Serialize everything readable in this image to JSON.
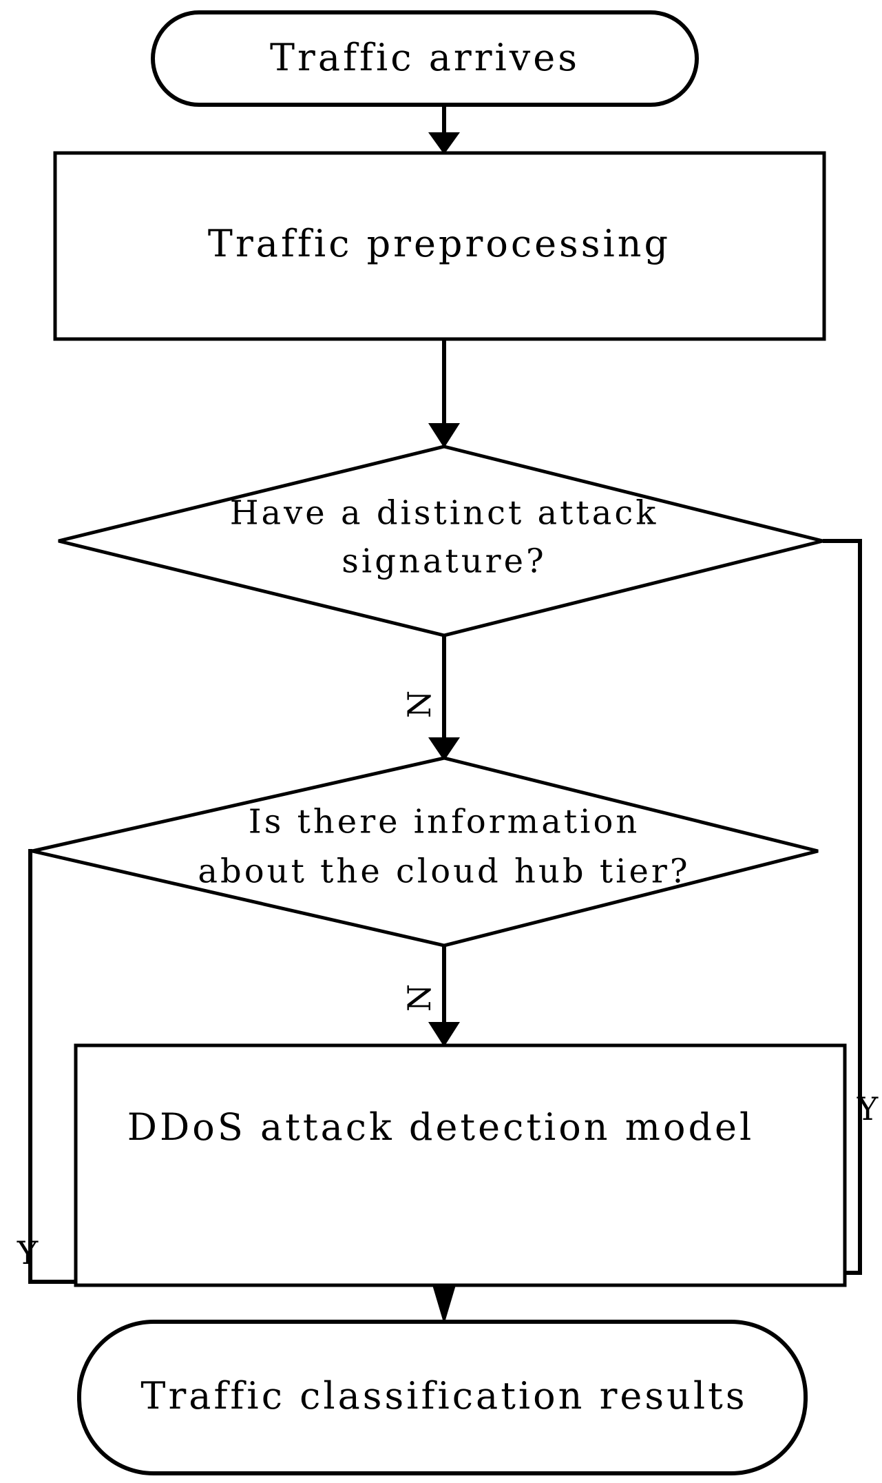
{
  "diagram": {
    "title": "DDoS traffic classification flowchart",
    "stroke_color": "#000000",
    "fill_color": "#ffffff",
    "background": "#ffffff"
  },
  "nodes": {
    "start": {
      "id": "start",
      "type": "terminator",
      "label": "Traffic arrives"
    },
    "preprocess": {
      "id": "preprocess",
      "type": "process",
      "label": "Traffic preprocessing"
    },
    "decision_signature": {
      "id": "decision_signature",
      "type": "decision",
      "label_line1": "Have a distinct attack",
      "label_line2": "signature?"
    },
    "decision_cloudhub": {
      "id": "decision_cloudhub",
      "type": "decision",
      "label_line1": "Is there information",
      "label_line2": "about the cloud hub tier?"
    },
    "model": {
      "id": "model",
      "type": "process",
      "label": "DDoS attack detection model"
    },
    "result": {
      "id": "result",
      "type": "terminator",
      "label": "Traffic classification results"
    }
  },
  "edges": {
    "start_to_preprocess": {
      "label": ""
    },
    "preprocess_to_decision1": {
      "label": ""
    },
    "decision1_no": {
      "label": "N"
    },
    "decision1_yes": {
      "label": "Y"
    },
    "decision2_no": {
      "label": "N"
    },
    "decision2_yes": {
      "label": "Y"
    },
    "model_to_result": {
      "label": ""
    }
  }
}
